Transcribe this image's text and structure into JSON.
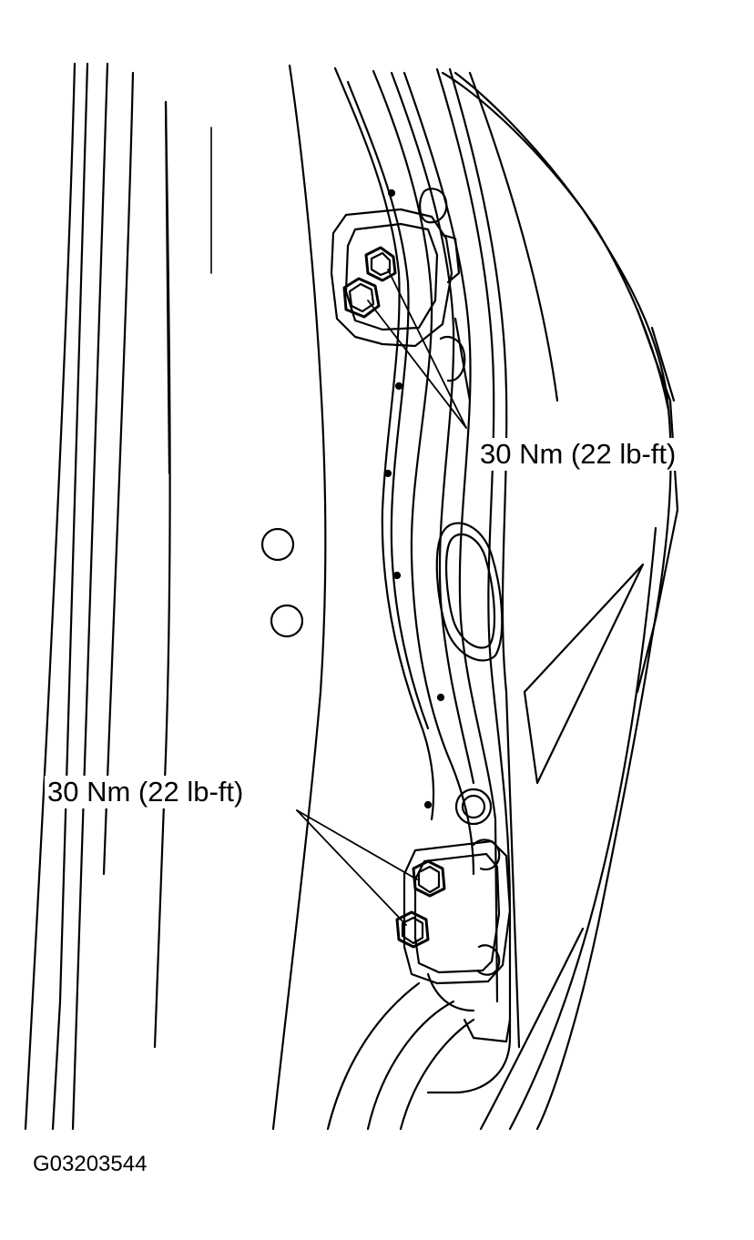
{
  "callouts": {
    "upper_torque": "30 Nm (22 lb-ft)",
    "lower_torque": "30 Nm (22 lb-ft)"
  },
  "figure_id": "G03203544",
  "colors": {
    "line": "#000000",
    "background": "#ffffff"
  }
}
